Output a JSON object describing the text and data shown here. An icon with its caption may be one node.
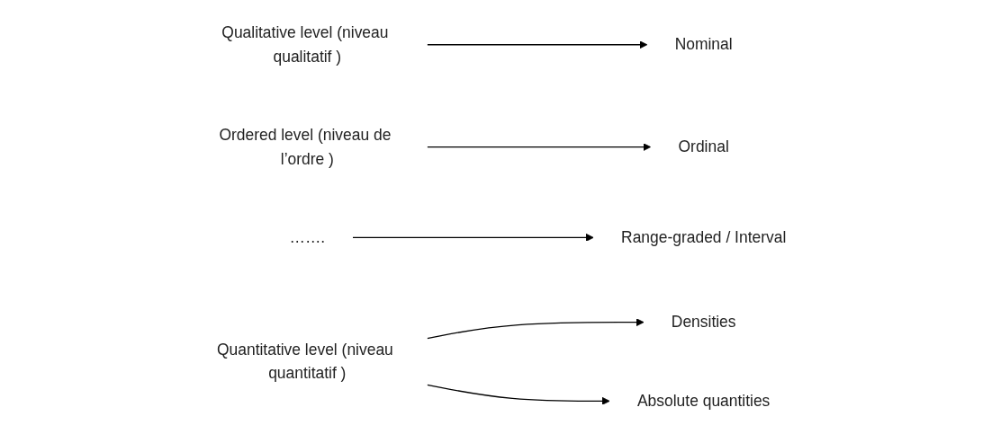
{
  "diagram": {
    "nodes": [
      {
        "text": [
          "Qualitative level (niveau qualitatif )"
        ]
      },
      {
        "text": [
          "Nominal"
        ]
      },
      {
        "text": [
          "Ordered level (niveau de l’ordre )"
        ]
      },
      {
        "text": [
          "Ordinal"
        ]
      },
      {
        "text": [
          "……."
        ]
      },
      {
        "text": [
          "Range-graded / Interval"
        ]
      },
      {
        "text": [
          "Quantitative level (niveau quantitatif )"
        ]
      },
      {
        "text": [
          "Densities"
        ]
      },
      {
        "text": [
          "Absolute quantities"
        ]
      }
    ],
    "edges": [
      {
        "from": 0,
        "to": 1,
        "arrow": "to"
      },
      {
        "from": 2,
        "to": 3,
        "arrow": "to"
      },
      {
        "from": 4,
        "to": 5,
        "arrow": "to"
      },
      {
        "from": 6,
        "to": 7,
        "arrow": "to"
      },
      {
        "from": 6,
        "to": 8,
        "arrow": "to"
      }
    ]
  }
}
